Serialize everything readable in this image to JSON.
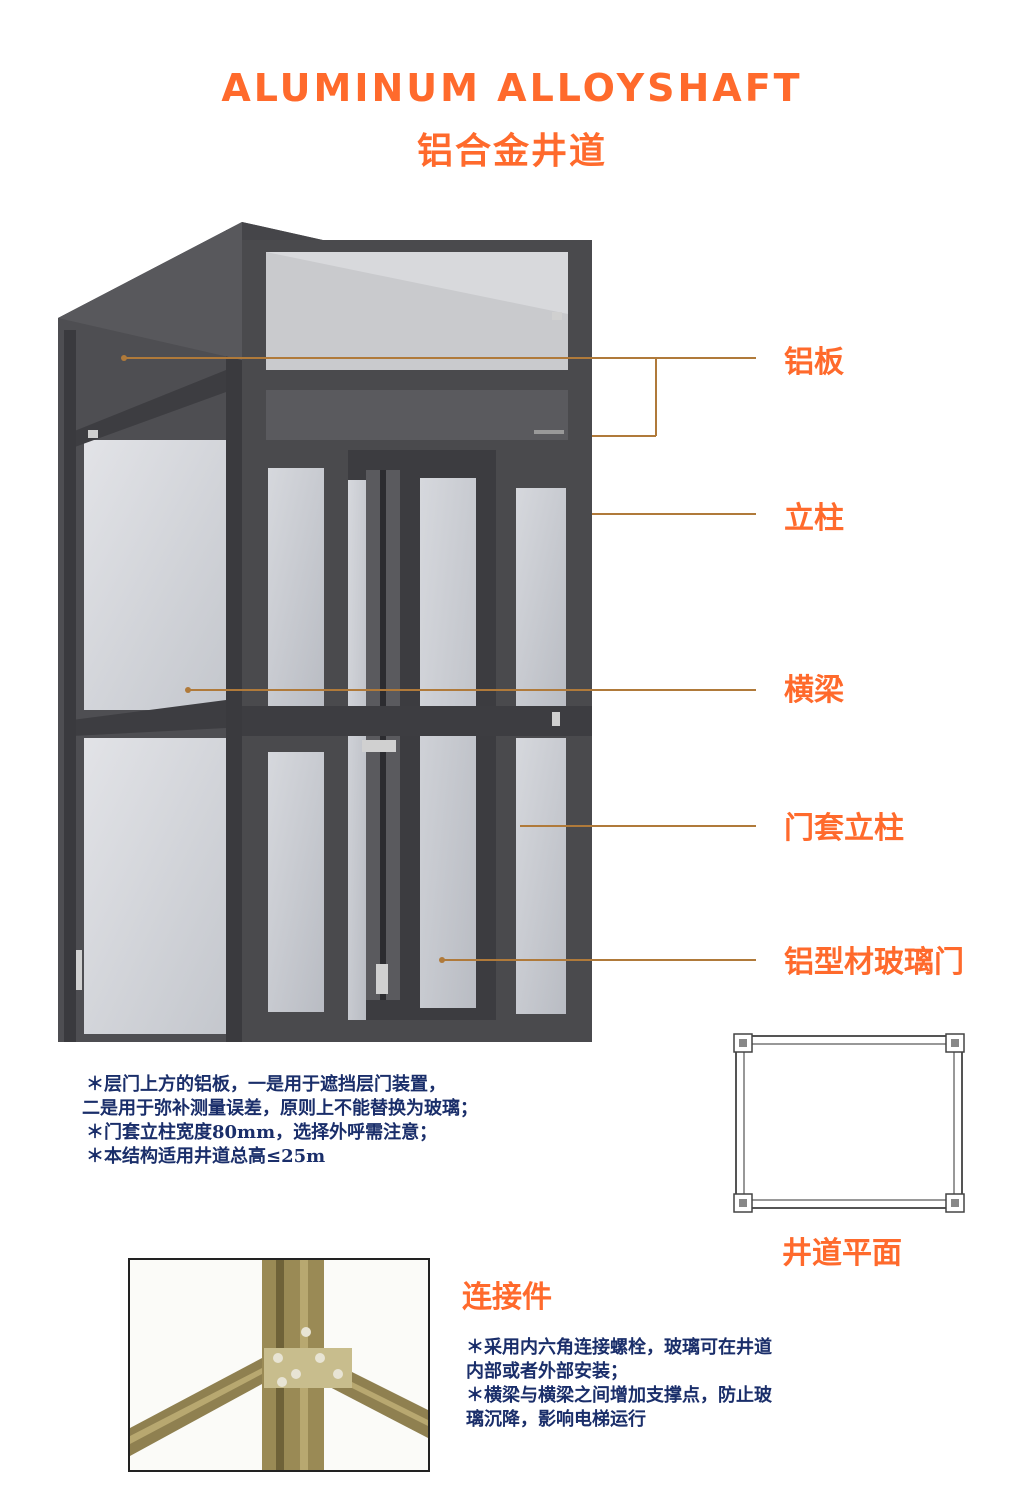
{
  "header": {
    "title_en": "ALUMINUM ALLOYSHAFT",
    "title_cn": "铝合金井道"
  },
  "callouts": [
    {
      "label": "铝板"
    },
    {
      "label": "立柱"
    },
    {
      "label": "横梁"
    },
    {
      "label": "门套立柱"
    },
    {
      "label": "铝型材玻璃门"
    }
  ],
  "notes_top": [
    "＊层门上方的铝板，一是用于遮挡层门装置，",
    "二是用于弥补测量误差，原则上不能替换为玻璃；",
    "＊门套立柱宽度80mm，选择外呼需注意；",
    "＊本结构适用井道总高≤25m"
  ],
  "plan": {
    "label": "井道平面"
  },
  "connector": {
    "title": "连接件",
    "notes": [
      "＊采用内六角连接螺栓，玻璃可在井道",
      "内部或者外部安装；",
      "＊横梁与横梁之间增加支撑点，防止玻",
      "璃沉降，影响电梯运行"
    ]
  },
  "colors": {
    "accent": "#ff6a2c",
    "note_text": "#1a2e6a",
    "frame": "#4a4a4d",
    "glass": "#c3c6cc",
    "leader": "#b07a3a",
    "brass": "#9a8a55"
  }
}
